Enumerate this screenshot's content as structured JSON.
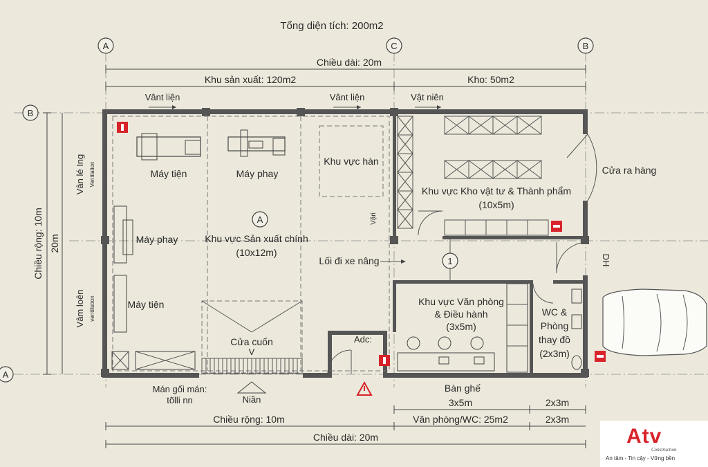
{
  "title": "Tổng diện tích: 200m2",
  "axes": {
    "a_top_left": "A",
    "c_top": "C",
    "b_top_right": "B",
    "b_left": "B",
    "a_left": "A"
  },
  "dims": {
    "total_length_top": "Chiều dài: 20m",
    "production_width": "Khu sản xuất: 120m2",
    "warehouse_width": "Kho: 50m2",
    "left_height_a": "Chiều rộng: 10m",
    "left_height_b": "20m",
    "office_dim": "3x5m",
    "wc_dim": "2x3m",
    "office_wc_area": "Văn phòng/WC: 25m2",
    "wc_dim_2": "2x3m",
    "bottom_width": "Chiều rộng: 10m",
    "bottom_length": "Chiều dài: 20m"
  },
  "labels": {
    "vent_top_1": "Vânt liện",
    "vent_top_2": "Vânt liện",
    "vent_top_3": "Vật niên",
    "vent_left_1": "Vân lé Ing",
    "vent_left_1_sub": "Ventilation",
    "vent_left_2": "Vâm loên",
    "vent_left_2_sub": "ventilistion",
    "lathe_1": "Máy tiện",
    "mill_1": "Máy phay",
    "mill_2": "Máy phay",
    "lathe_2": "Máy tiện",
    "welding": "Khu vực hàn",
    "zone_a": "A",
    "production_main": "Khu vực Sản xuất chính",
    "production_size": "(10x12m)",
    "rolling_door": "Cửa cuốn",
    "rolling_v": "V",
    "forklift": "Lối đi xe nâng",
    "grid_1": "1",
    "warehouse_area": "Khu vực Kho vật tư & Thành phẩm",
    "warehouse_size": "(10x5m)",
    "exit_door": "Cửa ra hàng",
    "dh": "DH",
    "vari": "Vặri",
    "office_1": "Khu vực Văn phòng",
    "office_2": "& Điều hành",
    "office_size": "(3x5m)",
    "wc_1": "WC &",
    "wc_2": "Phòng",
    "wc_3": "thay đồ",
    "wc_size": "(2x3m)",
    "adc": "Adc:",
    "furniture": "Bàn ghế",
    "roof_1": "Mán gối mán:",
    "roof_2": "tõlli nn",
    "entry": "Niần"
  },
  "logo": {
    "mark": "Atv",
    "sub": "Construction",
    "slogan": "An tâm - Tin cậy - Vững bền"
  },
  "colors": {
    "accent": "#d8232a",
    "wall": "#555555",
    "background": "#ece9dc"
  }
}
